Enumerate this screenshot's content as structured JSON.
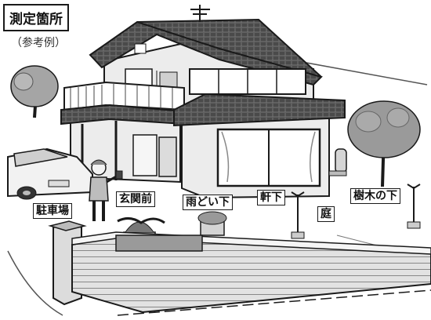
{
  "title": "測定箇所",
  "subtitle": "（参考例）",
  "labels": {
    "parking": "駐車場",
    "entrance": "玄関前",
    "gutter": "雨どい下",
    "eaves": "軒下",
    "garden": "庭",
    "tree": "樹木の下"
  },
  "colors": {
    "roof": "#3a3a3a",
    "wall": "#ececec",
    "outline": "#1a1a1a",
    "fence": "#d9d9d9",
    "foliage": "#9a9a9a"
  }
}
